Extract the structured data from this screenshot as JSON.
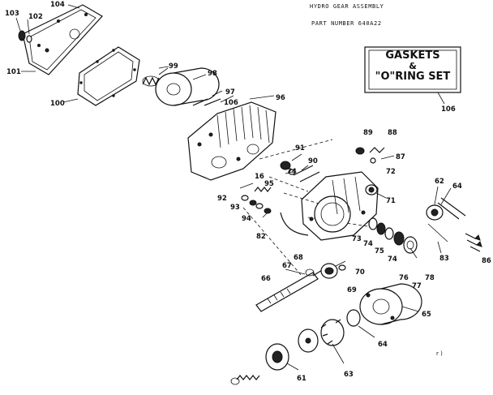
{
  "header": {
    "title": "HYDRO GEAR ASSEMBLY",
    "part_number": "PART NUMBER 640A22"
  },
  "kit_box": {
    "line1": "GASKETS",
    "line2": "&",
    "line3": "\"O\"RING SET",
    "ref": "106"
  },
  "labels": {
    "p104": "104",
    "p103": "103",
    "p102": "102",
    "p101": "101",
    "p100": "100",
    "p99": "99",
    "p98": "98",
    "p97": "97",
    "p106a": "106",
    "p96": "96",
    "p91": "91",
    "p74": "74",
    "p90": "90",
    "p16": "16",
    "p95": "95",
    "p92": "92",
    "p93": "93",
    "p94": "94",
    "p82": "82",
    "p89": "89",
    "p88": "88",
    "p87": "87",
    "p72": "72",
    "p71": "71",
    "p73": "73",
    "p74b": "74",
    "p75": "75",
    "p74c": "74",
    "p76": "76",
    "p77": "77",
    "p78": "78",
    "p62": "62",
    "p64": "64",
    "p83": "83",
    "p86": "86",
    "p68": "68",
    "p67": "67",
    "p70": "70",
    "p66": "66",
    "p69": "69",
    "p65": "65",
    "p64b": "64",
    "p63": "63",
    "p61": "61"
  },
  "corner_mark": "r )"
}
